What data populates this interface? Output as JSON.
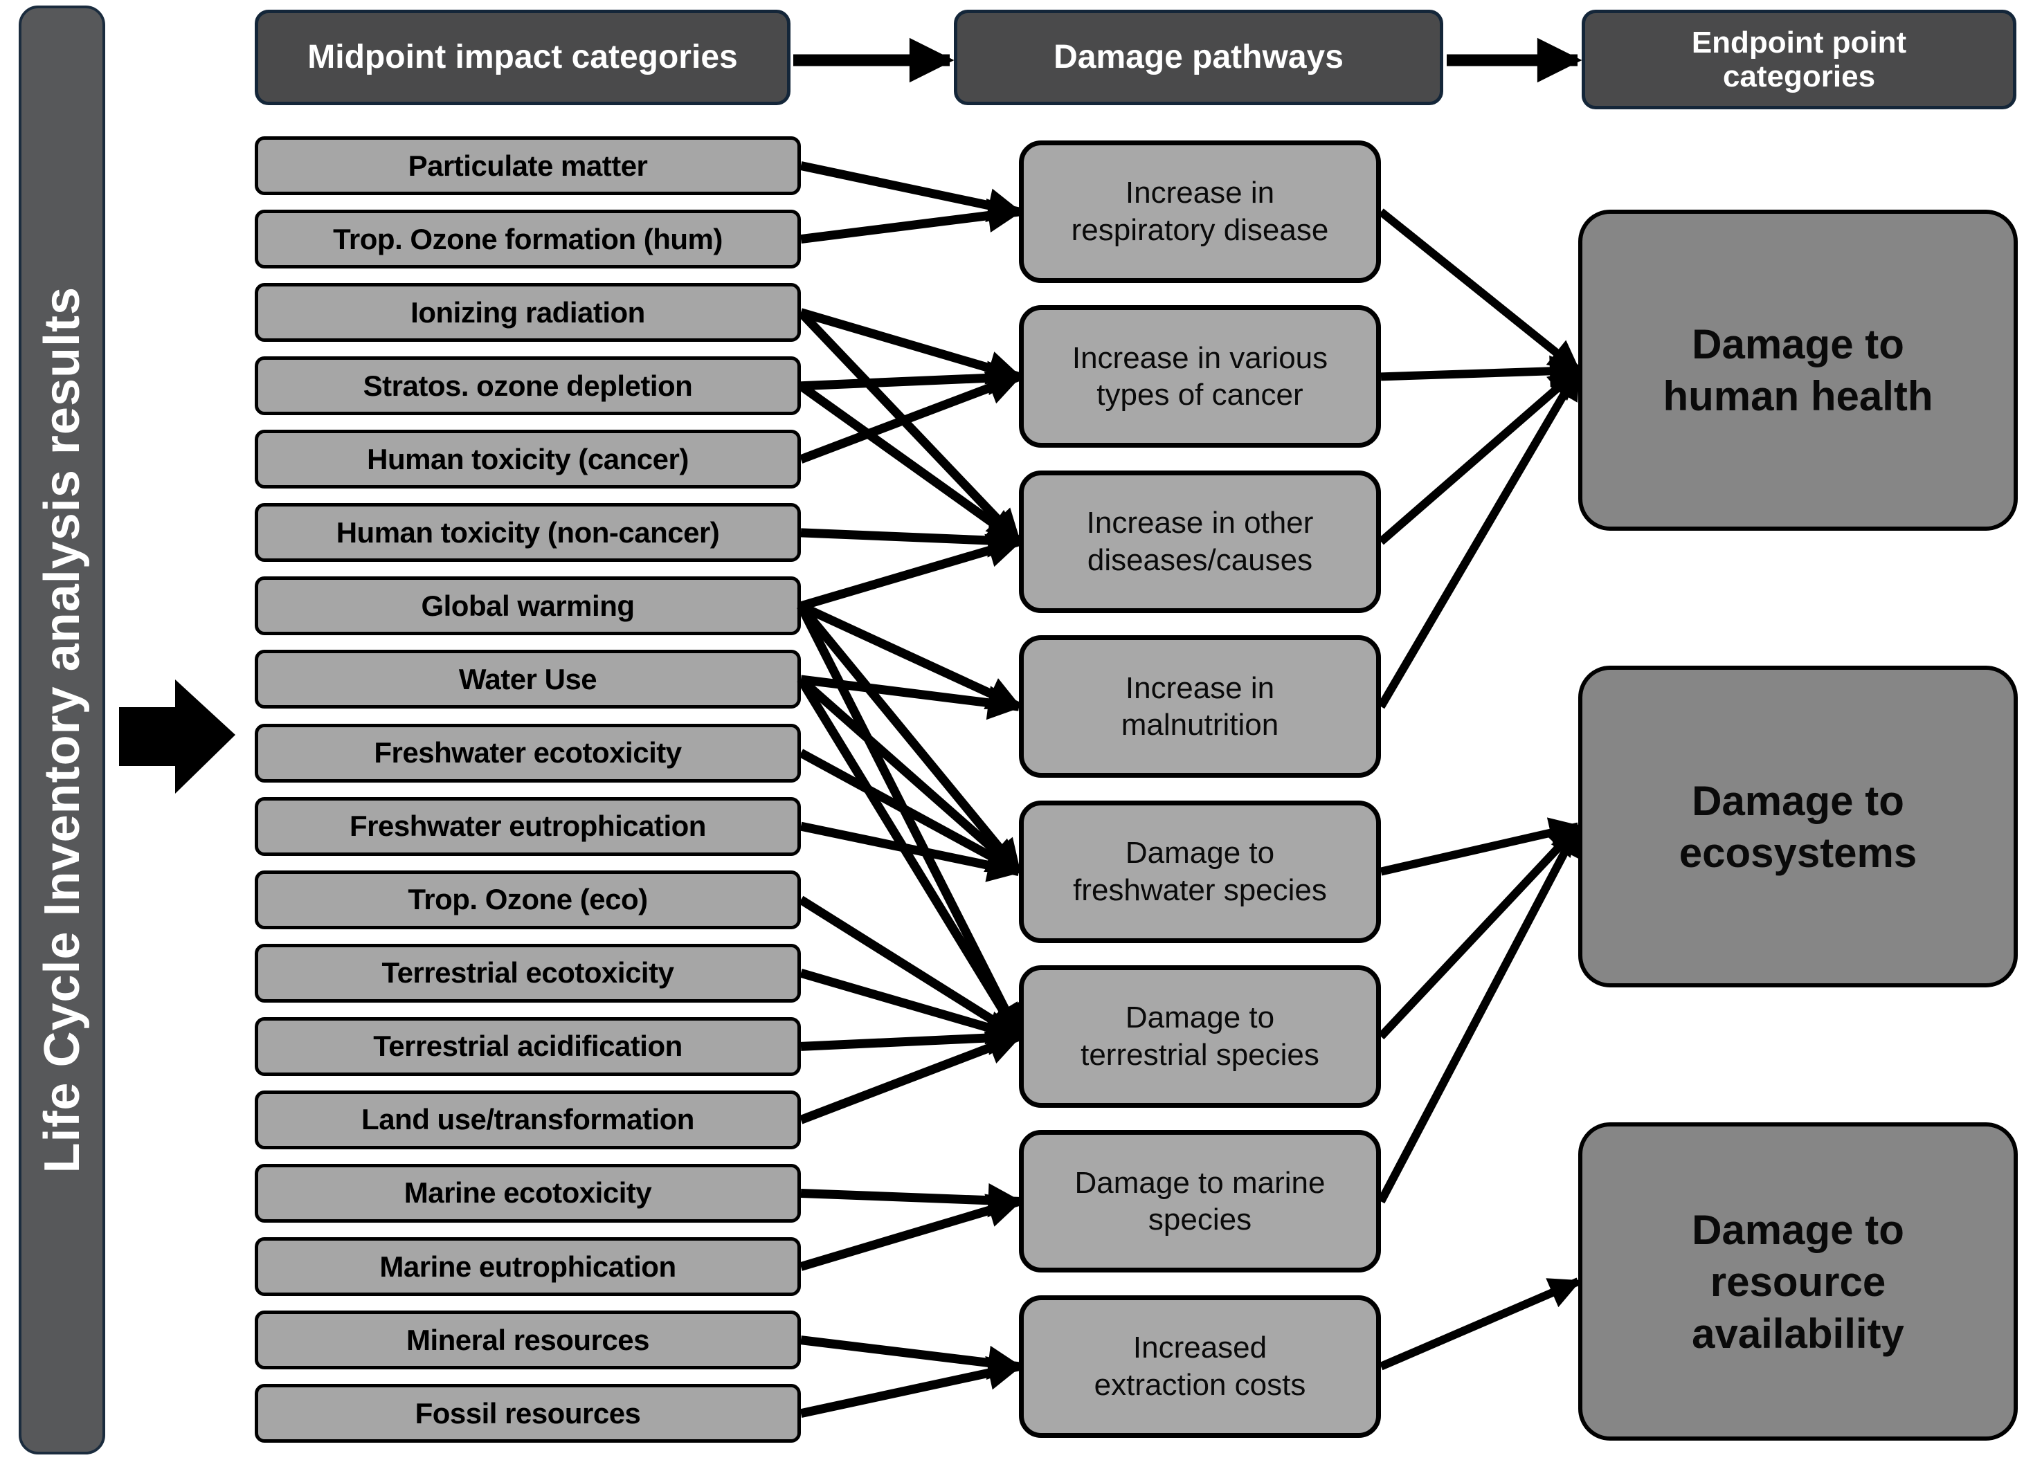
{
  "sidebar": {
    "label": "Life Cycle Inventory analysis results"
  },
  "headers": {
    "midpoint": "Midpoint impact categories",
    "pathways": "Damage pathways",
    "endpoint": "Endpoint point\ncategories"
  },
  "midpoint": {
    "items": [
      "Particulate matter",
      "Trop. Ozone formation (hum)",
      "Ionizing radiation",
      "Stratos. ozone depletion",
      "Human toxicity (cancer)",
      "Human toxicity (non-cancer)",
      "Global warming",
      "Water Use",
      "Freshwater ecotoxicity",
      "Freshwater eutrophication",
      "Trop. Ozone (eco)",
      "Terrestrial ecotoxicity",
      "Terrestrial acidification",
      "Land use/transformation",
      "Marine ecotoxicity",
      "Marine eutrophication",
      "Mineral resources",
      "Fossil resources"
    ]
  },
  "pathways": {
    "items": [
      "Increase in\nrespiratory disease",
      "Increase in various\ntypes of cancer",
      "Increase in other\ndiseases/causes",
      "Increase in\nmalnutrition",
      "Damage to\nfreshwater species",
      "Damage to\nterrestrial species",
      "Damage to marine\nspecies",
      "Increased\nextraction costs"
    ]
  },
  "endpoints": {
    "items": [
      "Damage to\nhuman health",
      "Damage to\necosystems",
      "Damage to\nresource\navailability"
    ]
  },
  "connections": {
    "midpoint_to_pathway": [
      [
        0,
        0
      ],
      [
        1,
        0
      ],
      [
        2,
        1
      ],
      [
        2,
        2
      ],
      [
        3,
        1
      ],
      [
        3,
        2
      ],
      [
        4,
        1
      ],
      [
        5,
        2
      ],
      [
        6,
        2
      ],
      [
        6,
        3
      ],
      [
        6,
        4
      ],
      [
        6,
        5
      ],
      [
        7,
        3
      ],
      [
        7,
        4
      ],
      [
        7,
        5
      ],
      [
        8,
        4
      ],
      [
        9,
        4
      ],
      [
        10,
        5
      ],
      [
        11,
        5
      ],
      [
        12,
        5
      ],
      [
        13,
        5
      ],
      [
        14,
        6
      ],
      [
        15,
        6
      ],
      [
        16,
        7
      ],
      [
        17,
        7
      ]
    ],
    "pathway_to_endpoint": [
      [
        0,
        0
      ],
      [
        1,
        0
      ],
      [
        2,
        0
      ],
      [
        3,
        0
      ],
      [
        4,
        1
      ],
      [
        5,
        1
      ],
      [
        6,
        1
      ],
      [
        7,
        2
      ]
    ],
    "header_to_header": [
      [
        0,
        1
      ],
      [
        1,
        2
      ]
    ]
  },
  "colors": {
    "header_fill": "#4a4a4b",
    "header_border": "#142639",
    "sidebar_fill": "#57585a",
    "midpoint_fill": "#a6a6a6",
    "pathway_fill": "#a8a8a8",
    "endpoint_fill": "#868686",
    "connector": "#000000",
    "text_light": "#ffffff",
    "text_dark": "#000000"
  }
}
